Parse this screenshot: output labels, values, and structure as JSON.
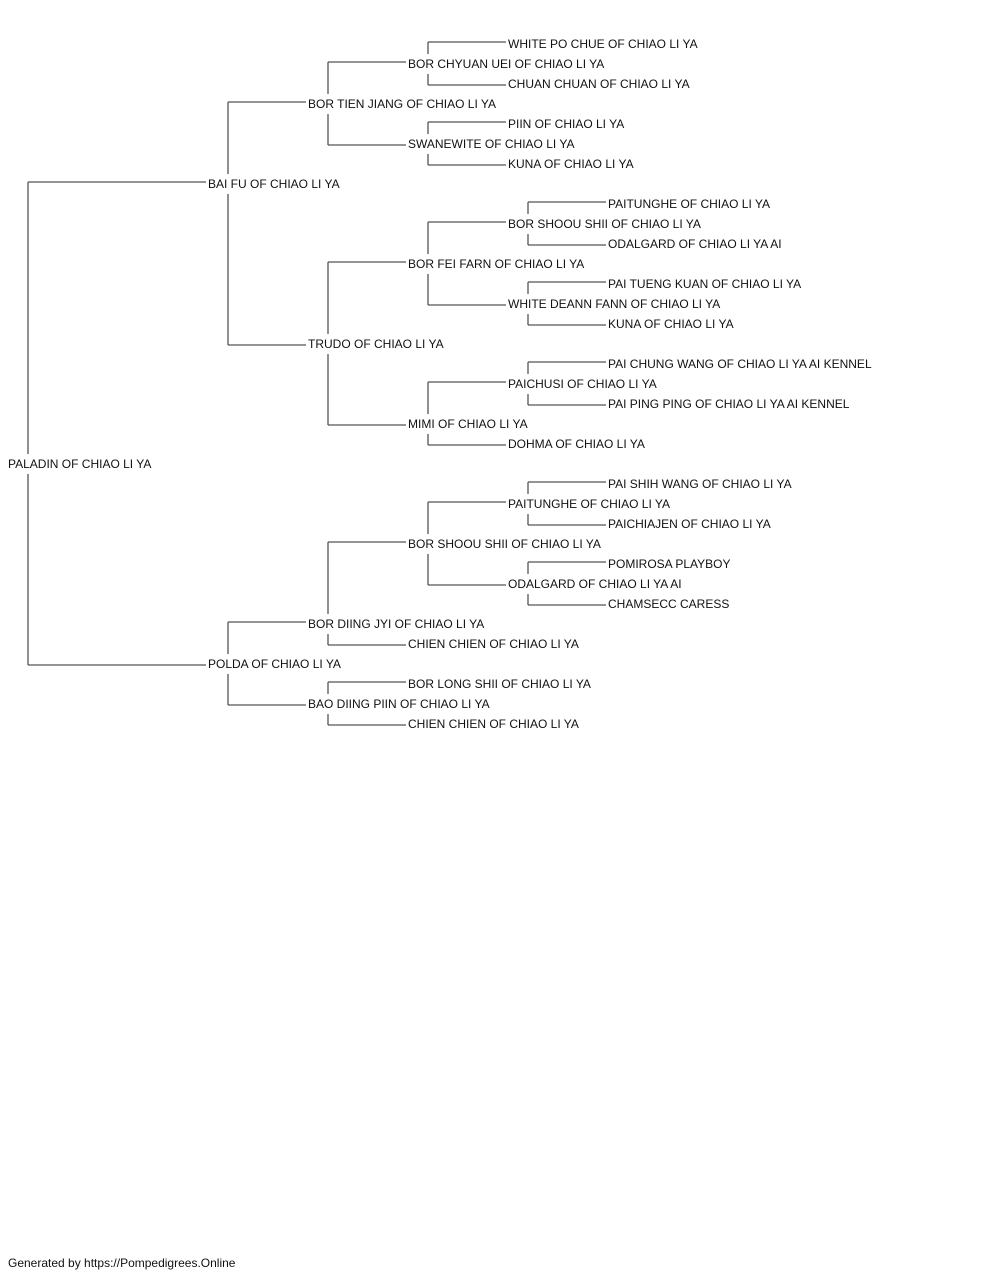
{
  "pedigree": {
    "name": "PALADIN OF CHIAO LI YA",
    "sire": {
      "name": "BAI FU OF CHIAO LI YA",
      "sire": {
        "name": "BOR TIEN JIANG OF CHIAO LI YA",
        "sire": {
          "name": "BOR CHYUAN UEI OF CHIAO LI YA",
          "sire": {
            "name": "WHITE PO CHUE OF CHIAO LI YA"
          },
          "dam": {
            "name": "CHUAN CHUAN OF CHIAO LI YA"
          }
        },
        "dam": {
          "name": "SWANEWITE OF CHIAO LI YA",
          "sire": {
            "name": "PIIN OF CHIAO LI YA"
          },
          "dam": {
            "name": "KUNA OF CHIAO LI YA"
          }
        }
      },
      "dam": {
        "name": "TRUDO OF CHIAO LI YA",
        "sire": {
          "name": "BOR FEI FARN OF CHIAO LI YA",
          "sire": {
            "name": "BOR SHOOU SHII OF CHIAO LI YA",
            "sire": {
              "name": "PAITUNGHE OF CHIAO LI YA"
            },
            "dam": {
              "name": "ODALGARD OF CHIAO LI YA AI"
            }
          },
          "dam": {
            "name": "WHITE DEANN FANN OF CHIAO LI YA",
            "sire": {
              "name": "PAI TUENG KUAN OF CHIAO LI YA"
            },
            "dam": {
              "name": "KUNA OF CHIAO LI YA"
            }
          }
        },
        "dam": {
          "name": "MIMI OF CHIAO LI YA",
          "sire": {
            "name": "PAICHUSI OF CHIAO LI YA",
            "sire": {
              "name": "PAI CHUNG WANG OF CHIAO LI YA AI KENNEL"
            },
            "dam": {
              "name": "PAI PING PING OF CHIAO LI YA AI KENNEL"
            }
          },
          "dam": {
            "name": "DOHMA OF CHIAO LI YA"
          }
        }
      }
    },
    "dam": {
      "name": "POLDA OF CHIAO LI YA",
      "sire": {
        "name": "BOR DIING JYI OF CHIAO LI YA",
        "sire": {
          "name": "BOR SHOOU SHII OF CHIAO LI YA",
          "sire": {
            "name": "PAITUNGHE OF CHIAO LI YA",
            "sire": {
              "name": "PAI SHIH WANG OF CHIAO LI YA"
            },
            "dam": {
              "name": "PAICHIAJEN OF CHIAO LI YA"
            }
          },
          "dam": {
            "name": "ODALGARD OF CHIAO LI YA AI",
            "sire": {
              "name": "POMIROSA PLAYBOY"
            },
            "dam": {
              "name": "CHAMSECC CARESS"
            }
          }
        },
        "dam": {
          "name": "CHIEN CHIEN OF CHIAO LI YA"
        }
      },
      "dam": {
        "name": "BAO DIING PIIN OF CHIAO LI YA",
        "sire": {
          "name": "BOR LONG SHII OF CHIAO LI YA"
        },
        "dam": {
          "name": "CHIEN CHIEN OF CHIAO LI YA"
        }
      }
    }
  },
  "footer": "Generated by https://Pompedigrees.Online"
}
